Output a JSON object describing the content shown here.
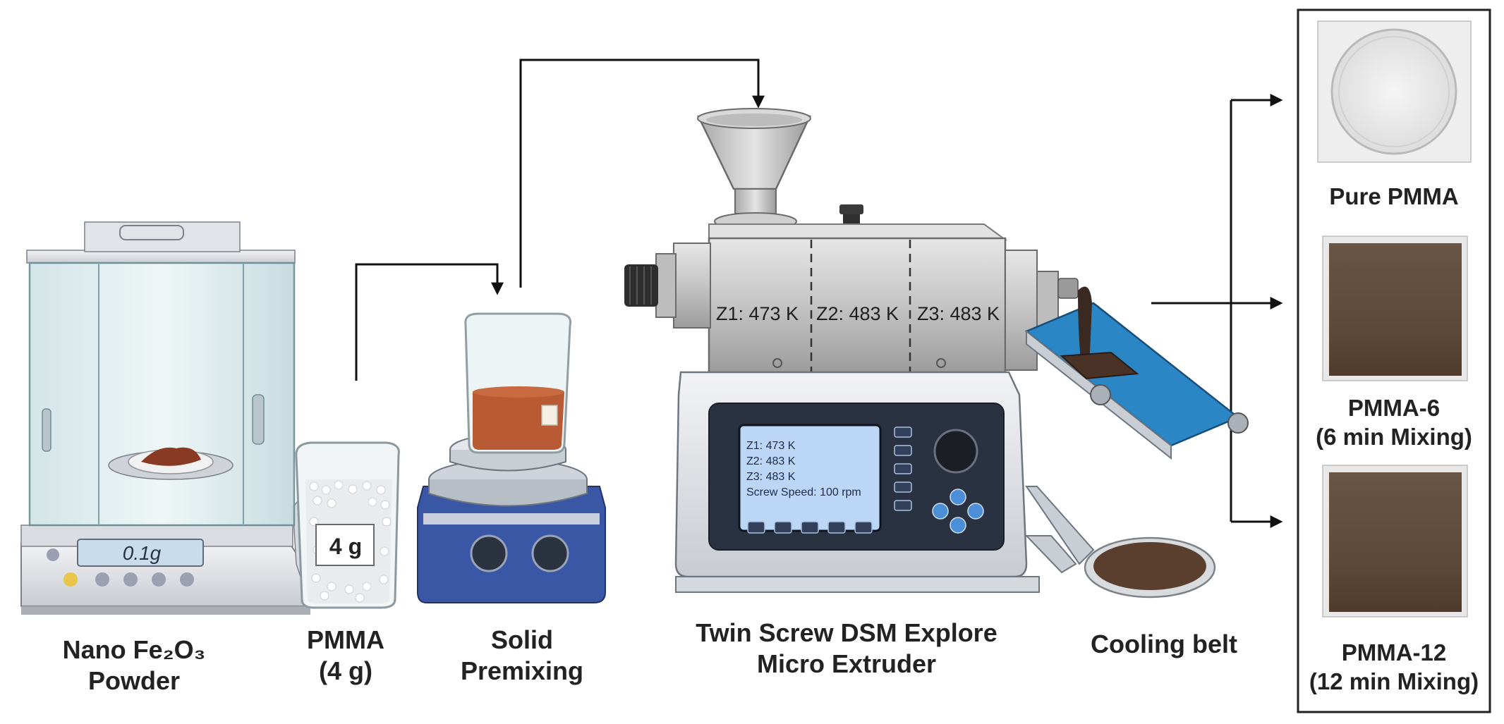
{
  "figure": {
    "labels": {
      "nano_powder_line1": "Nano Fe₂O₃",
      "nano_powder_line2": "Powder",
      "pmma_line1": "PMMA",
      "pmma_line2": "(4 g)",
      "premix_line1": "Solid",
      "premix_line2": "Premixing",
      "extruder_line1": "Twin Screw DSM Explore",
      "extruder_line2": "Micro Extruder",
      "cooling_belt": "Cooling belt"
    },
    "balance_display": "0.1g",
    "beaker_tag": "4 g",
    "zones": [
      "Z1: 473 K",
      "Z2: 483 K",
      "Z3: 483 K"
    ],
    "screen_lines": [
      "Z1: 473 K",
      "Z2: 483 K",
      "Z3: 483 K",
      "Screw Speed: 100 rpm"
    ],
    "samples": [
      {
        "line1": "Pure PMMA",
        "line2": ""
      },
      {
        "line1": "PMMA-6",
        "line2": "(6 min Mixing)"
      },
      {
        "line1": "PMMA-12",
        "line2": "(12 min Mixing)"
      }
    ]
  },
  "colors": {
    "arrow": "#111111",
    "belt": "#2b86c6",
    "hotplate": "#3a57a6",
    "powder": "#8a3a22",
    "film_dark": "#5b4535",
    "screen": "#bcd6f5"
  }
}
